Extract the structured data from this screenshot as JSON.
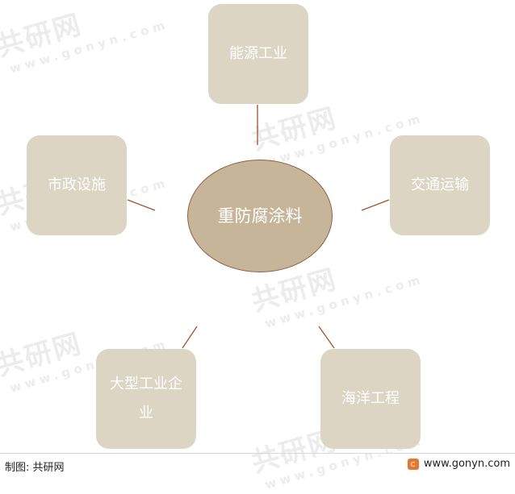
{
  "watermark": {
    "brand_cn": "共研网",
    "brand_en": "www.gonyn.com"
  },
  "diagram": {
    "center": "重防腐涂料",
    "nodes": {
      "top": "能源工业",
      "left": "市政设施",
      "right": "交通运输",
      "bottom_left": "大型工业企业",
      "bottom_right": "海洋工程"
    }
  },
  "footer": {
    "source": "制图: 共研网",
    "website": "www.gonyn.com"
  },
  "colors": {
    "node_fill": "#ddd5c3",
    "center_fill": "#c6b598",
    "center_border": "#8f6046",
    "connector": "#a0522d",
    "logo_accent": "#e8762d"
  }
}
